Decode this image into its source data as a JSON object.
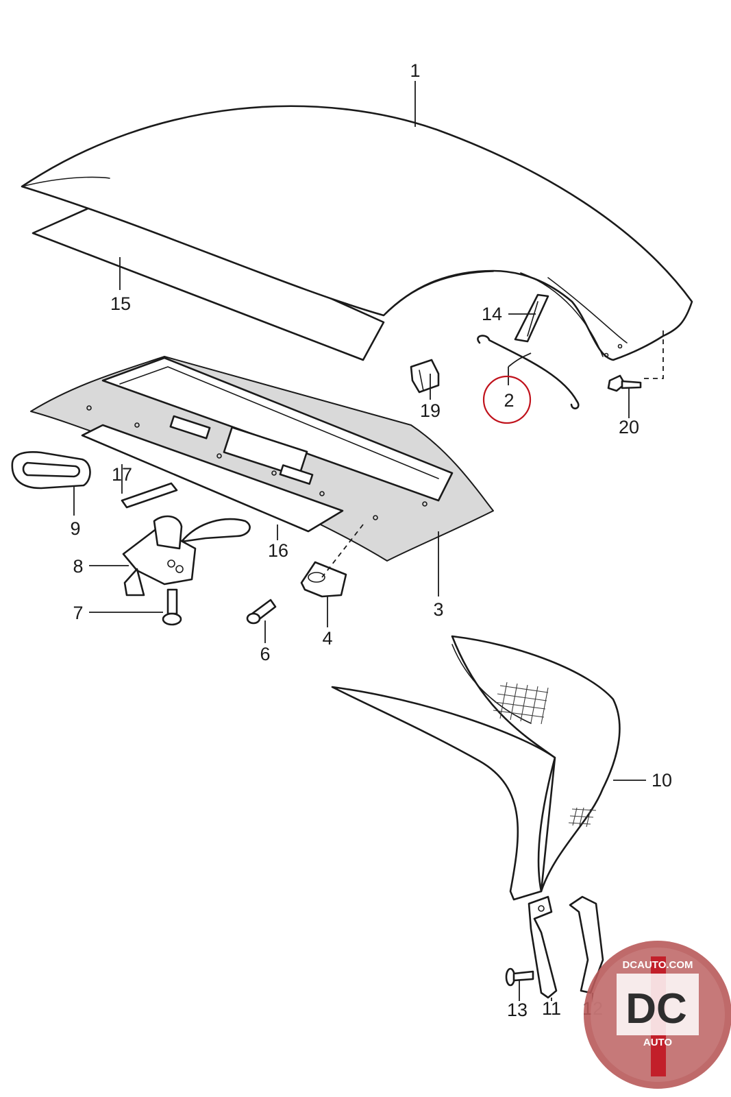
{
  "diagram": {
    "callouts": {
      "p1": "1",
      "p2": "2",
      "p3": "3",
      "p4": "4",
      "p6": "6",
      "p7": "7",
      "p8": "8",
      "p9": "9",
      "p10": "10",
      "p11": "11",
      "p12": "12",
      "p13": "13",
      "p14": "14",
      "p15": "15",
      "p16": "16",
      "p17": "17",
      "p19": "19",
      "p20": "20"
    },
    "highlighted_part": "2",
    "highlight_color": "#c0121c",
    "line_color": "#1a1a1a"
  },
  "watermark": {
    "top_text": "DCAUTO.COM",
    "main_text": "DC",
    "sub_text": "AUTO",
    "colors": {
      "ring": "#b85a5a",
      "stripe_red": "#c21f2a"
    }
  }
}
